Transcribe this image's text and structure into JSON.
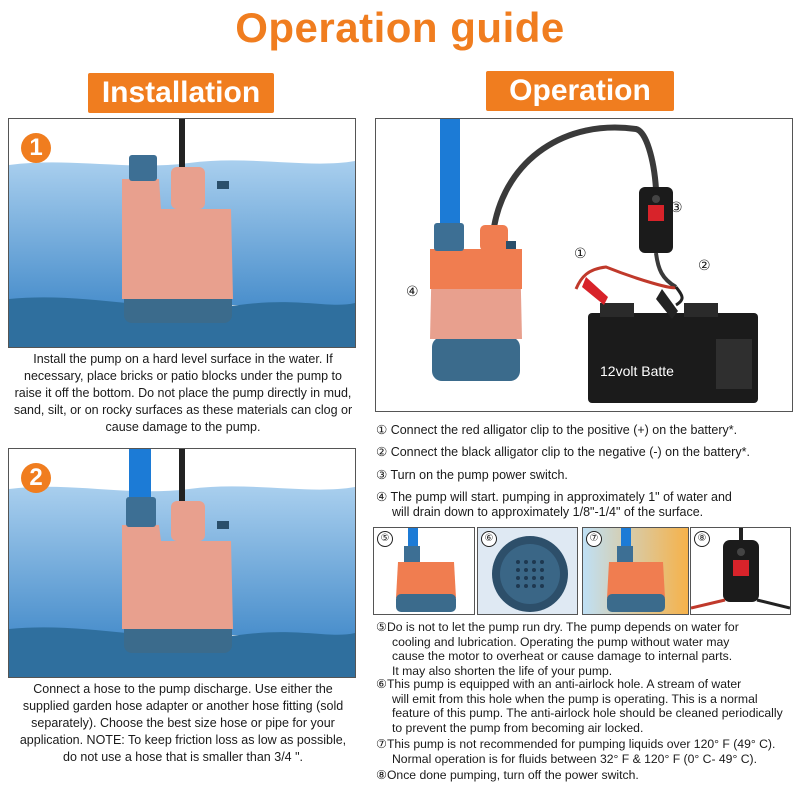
{
  "title": "Operation guide",
  "installation": {
    "heading": "Installation",
    "step1": {
      "number": "1",
      "caption": "Install the pump on a hard level surface in the water. If necessary, place bricks or patio blocks under the pump to raise it off the bottom. Do not place the pump directly in mud, sand,  silt, or on rocky surfaces as these materials can clog or cause damage to the pump."
    },
    "step2": {
      "number": "2",
      "caption": "Connect a hose to the pump discharge. Use either the supplied garden hose adapter or another hose fitting (sold separately). Choose the best size hose or pipe for your application. NOTE: To keep friction loss as low as possible, do not use a hose that is smaller than 3/4 \"."
    }
  },
  "operation": {
    "heading": "Operation",
    "diagram": {
      "battery_label": "12volt Batte",
      "callouts": [
        "①",
        "②",
        "③",
        "④"
      ]
    },
    "steps": [
      {
        "marker": "①",
        "text": "Connect the red alligator clip to the positive (+) on the battery*."
      },
      {
        "marker": "②",
        "text": "Connect the black alligator clip to the negative (-) on the battery*."
      },
      {
        "marker": "③",
        "text": "Turn on the pump power switch."
      },
      {
        "marker": "④",
        "text": "The pump will start. pumping in approximately 1\" of water and",
        "cont": "will drain down to approximately 1/8\"-1/4\" of the surface."
      }
    ],
    "thumbnails": [
      {
        "marker": "⑤",
        "name": "pump-dry"
      },
      {
        "marker": "⑥",
        "name": "anti-airlock-hole"
      },
      {
        "marker": "⑦",
        "name": "liquid-temperature"
      },
      {
        "marker": "⑧",
        "name": "power-switch-off"
      }
    ],
    "notes": [
      {
        "marker": "⑤",
        "lines": [
          "Do is not to let the pump run dry. The pump depends on water for",
          "cooling and lubrication. Operating the pump without water may",
          "cause the motor to overheat or cause damage to internal parts.",
          "It may also shorten the life of your pump."
        ]
      },
      {
        "marker": "⑥",
        "lines": [
          "This pump is equipped with an anti-airlock hole. A stream of water",
          "will emit from this hole when the pump is operating. This is a normal",
          "feature of this pump. The anti-airlock hole should be cleaned periodically",
          "to prevent the pump from becoming air locked."
        ]
      },
      {
        "marker": "⑦",
        "lines": [
          "This pump is not recommended for pumping liquids over 120° F (49° C).",
          "Normal operation is for fluids between 32° F & 120° F (0° C- 49° C)."
        ]
      },
      {
        "marker": "⑧",
        "lines": [
          "Once done pumping, turn off the power switch."
        ]
      }
    ]
  },
  "colors": {
    "accent": "#f07d1f",
    "water": "#5b9bd5",
    "pump": "#e8a08e",
    "pump_base": "#3b6b8c"
  }
}
